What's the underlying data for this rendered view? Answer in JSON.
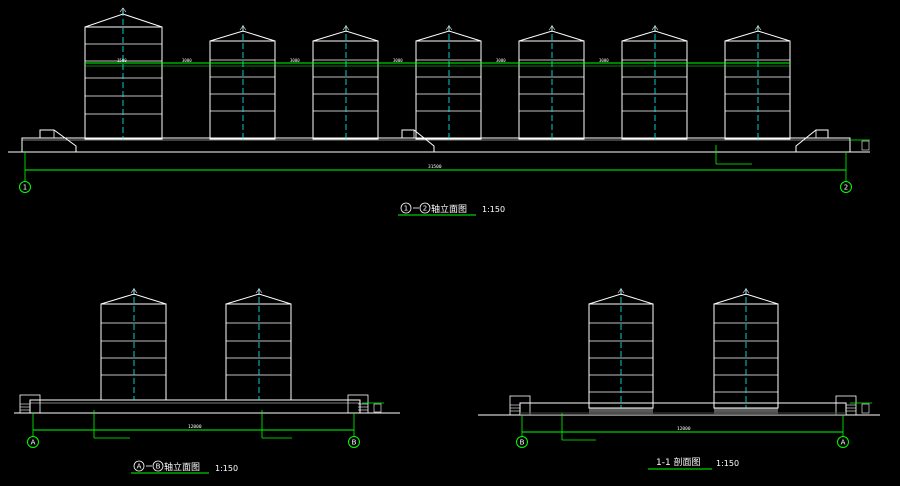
{
  "drawing": {
    "colors": {
      "background": "#000000",
      "outline": "#ffffff",
      "dimension": "#00ff00",
      "centerline": "#00ffff",
      "fill_hatch": "#777777"
    },
    "views": [
      {
        "id": "elevation-1-2",
        "title_prefix": "1",
        "title_suffix": "2",
        "title_text": "轴立面图",
        "scale": "1:150",
        "axis_labels": [
          "1",
          "2"
        ],
        "dimension_total": "31500",
        "segment_dims": [
          "1500",
          "3000",
          "3000",
          "3000",
          "3000",
          "3000"
        ]
      },
      {
        "id": "elevation-a-b",
        "title_prefix": "A",
        "title_suffix": "B",
        "title_text": "轴立面图",
        "scale": "1:150",
        "axis_labels": [
          "A",
          "B"
        ],
        "dimension_total": "12000"
      },
      {
        "id": "section-1-1",
        "title_text": "1-1 剖面图",
        "scale": "1:150",
        "axis_labels": [
          "B",
          "A"
        ],
        "dimension_total": "12000"
      }
    ]
  }
}
